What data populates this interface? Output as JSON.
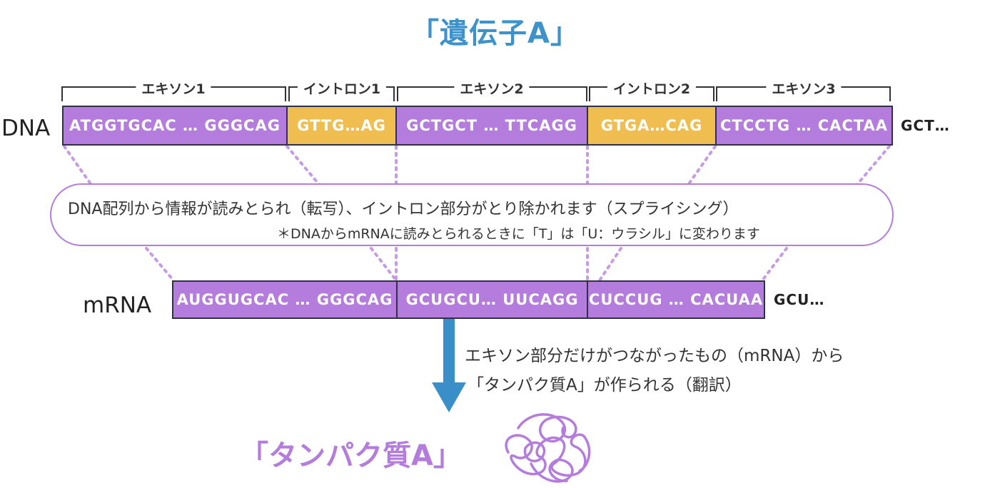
{
  "title": "「遺伝子A」",
  "brackets": [
    "エキソン1",
    "イントロン1",
    "エキソン2",
    "イントロン2",
    "エキソン3"
  ],
  "dna": {
    "label": "DNA",
    "segments": [
      {
        "text": "ATGGTGCAC … GGGCAG",
        "kind": "exon"
      },
      {
        "text": "GTTG…AG",
        "kind": "intron"
      },
      {
        "text": "GCTGCT  …  TTCAGG",
        "kind": "exon"
      },
      {
        "text": "GTGA…CAG",
        "kind": "intron"
      },
      {
        "text": "CTCCTG … CACTAA",
        "kind": "exon"
      }
    ],
    "trailing": "GCT…"
  },
  "note": {
    "line1": "DNA配列から情報が読みとられ（転写）、イントロン部分がとり除かれます（スプライシング）",
    "line2": "＊DNAからmRNAに読みとられるときに「T」は「U：ウラシル」に変わります"
  },
  "mrna": {
    "label": "mRNA",
    "segments": [
      {
        "text": "AUGGUGCAC … GGGCAG",
        "kind": "exon"
      },
      {
        "text": "GCUGCU…  UUCAGG",
        "kind": "exon"
      },
      {
        "text": "CUCCUG … CACUAA",
        "kind": "exon"
      }
    ],
    "trailing": "GCU…"
  },
  "translation": {
    "line1": "エキソン部分だけがつながったもの（mRNA）から",
    "line2": "「タンパク質A」が作られる（翻訳）"
  },
  "protein_label": "「タンパク質A」",
  "colors": {
    "title": "#3e92cc",
    "exon": "#b47cdc",
    "intron": "#f0be50",
    "segment_border": "#2e3148",
    "dots": "#c79be3",
    "arrow": "#3a8fc9",
    "protein": "#b47cdc"
  },
  "icons": [
    "protein-squiggle-icon",
    "down-arrow-icon"
  ]
}
